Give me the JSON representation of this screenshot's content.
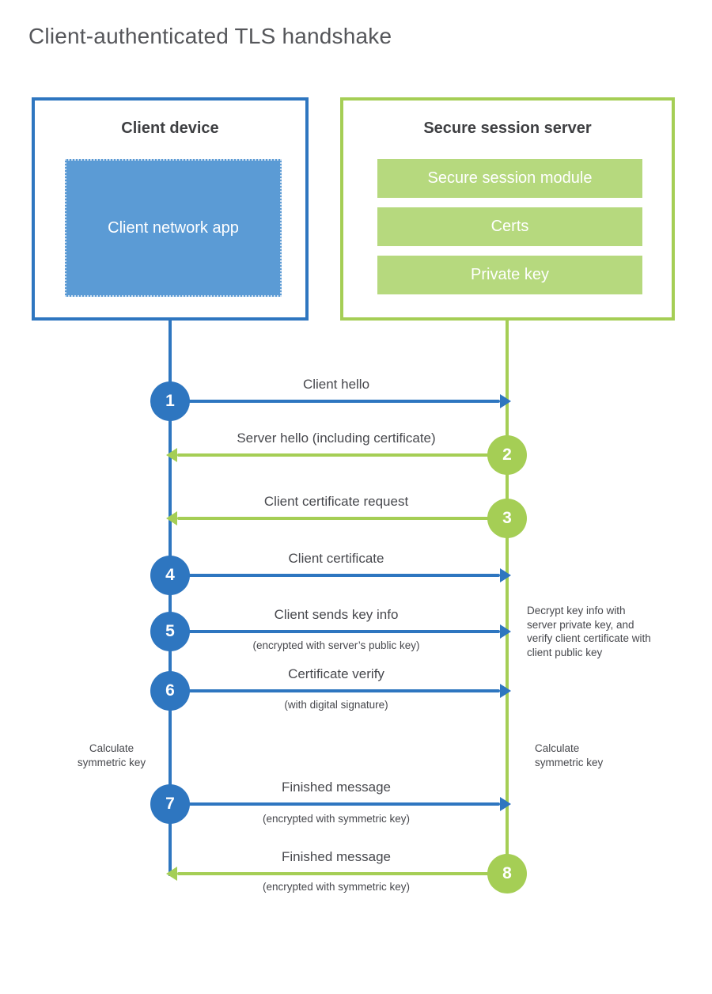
{
  "page": {
    "title": "Client-authenticated TLS handshake"
  },
  "client": {
    "title": "Client device",
    "app_label": "Client network app"
  },
  "server": {
    "title": "Secure session server",
    "modules": [
      "Secure session module",
      "Certs",
      "Private key"
    ]
  },
  "messages": [
    {
      "num": "1",
      "label": "Client hello",
      "direction": "client-to-server"
    },
    {
      "num": "2",
      "label": "Server hello (including certificate)",
      "direction": "server-to-client"
    },
    {
      "num": "3",
      "label": "Client certificate request",
      "direction": "server-to-client"
    },
    {
      "num": "4",
      "label": "Client certificate",
      "direction": "client-to-server"
    },
    {
      "num": "5",
      "label": "Client sends key info",
      "sub": "(encrypted with server’s public key)",
      "direction": "client-to-server"
    },
    {
      "num": "6",
      "label": "Certificate verify",
      "sub": "(with digital signature)",
      "direction": "client-to-server"
    },
    {
      "num": "7",
      "label": "Finished message",
      "sub": "(encrypted with symmetric key)",
      "direction": "client-to-server"
    },
    {
      "num": "8",
      "label": "Finished message",
      "sub": "(encrypted with symmetric key)",
      "direction": "server-to-client"
    }
  ],
  "notes": {
    "server_process": "Decrypt key info with server private key, and verify client certificate with client public key",
    "client_calc": "Calculate symmetric key",
    "server_calc": "Calculate symmetric key"
  },
  "colors": {
    "blue_line": "#2e76c0",
    "blue_fill": "#5b9bd5",
    "green_line": "#a5ce55",
    "green_fill": "#b6d97e",
    "text_dark": "#3e3f42",
    "text_gray": "#47484d",
    "title_gray": "#55565a"
  }
}
